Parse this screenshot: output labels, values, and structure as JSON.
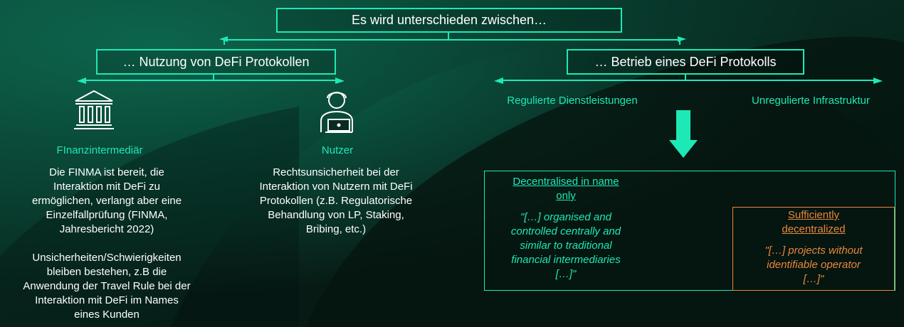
{
  "top": {
    "title": "Es wird unterschieden zwischen…"
  },
  "left_branch": {
    "title": "… Nutzung von DeFi Protokollen",
    "finance": {
      "label": "FInanzintermediär",
      "icon": "bank-icon",
      "p1": [
        "Die FINMA ist bereit, die",
        "Interaktion mit DeFi zu",
        "ermöglichen, verlangt aber eine",
        "Einzelfallprüfung (FINMA,",
        "Jahresbericht 2022)"
      ],
      "p2": [
        "Unsicherheiten/Schwierigkeiten",
        "bleiben bestehen, z.B die",
        "Anwendung der Travel Rule bei der",
        "Interaktion mit DeFi im Names",
        "eines Kunden"
      ]
    },
    "user": {
      "label": "Nutzer",
      "icon": "user-laptop-icon",
      "p1": [
        "Rechtsunsicherheit bei der",
        "Interaktion von Nutzern mit DeFi",
        "Protokollen (z.B. Regulatorische",
        "Behandlung von LP, Staking,",
        "Bribing, etc.)"
      ]
    }
  },
  "right_branch": {
    "title": "… Betrieb eines DeFi Protokolls",
    "regulated": "Regulierte Dienstleistungen",
    "unregulated": "Unregulierte Infrastruktur",
    "dino": {
      "title": [
        "Decentralised in name",
        "only"
      ],
      "quote": [
        "\"[…] organised and",
        "controlled centrally and",
        "similar to traditional",
        "financial intermediaries",
        "[…]\""
      ]
    },
    "sufficient": {
      "title": [
        "Sufficiently",
        "decentralized"
      ],
      "quote": [
        "\"[…] projects without",
        "identifiable operator",
        "[…]\""
      ]
    }
  },
  "colors": {
    "accent": "#1de9b6",
    "orange": "#e8883a",
    "bg": "#0a1f19"
  }
}
